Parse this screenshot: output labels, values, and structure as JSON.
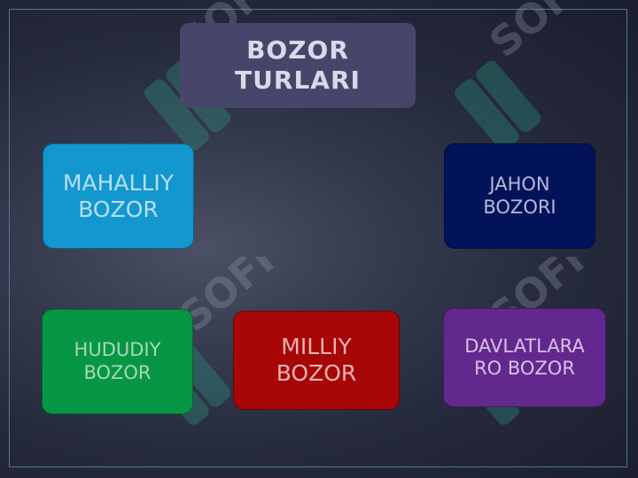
{
  "title": {
    "line1": "BOZOR",
    "line2": "TURLARI"
  },
  "boxes": {
    "mahalliy": {
      "line1": "MAHALLIY",
      "line2": "BOZOR",
      "color": "#1397cf"
    },
    "jahon": {
      "line1": "JAHON",
      "line2": "BOZORI",
      "color": "#03135a"
    },
    "hududiy": {
      "line1": "HUDUDIY",
      "line2": "BOZOR",
      "color": "#079744"
    },
    "milliy": {
      "line1": "MILLIY",
      "line2": "BOZOR",
      "color": "#a70706"
    },
    "davlatlararo": {
      "line1": "DAVLATLARA",
      "line2": "RO BOZOR",
      "color": "#63288e"
    }
  },
  "watermark": {
    "text": "SOFF",
    "icon": "soff-logo-icon",
    "color": "#2aa88a"
  }
}
